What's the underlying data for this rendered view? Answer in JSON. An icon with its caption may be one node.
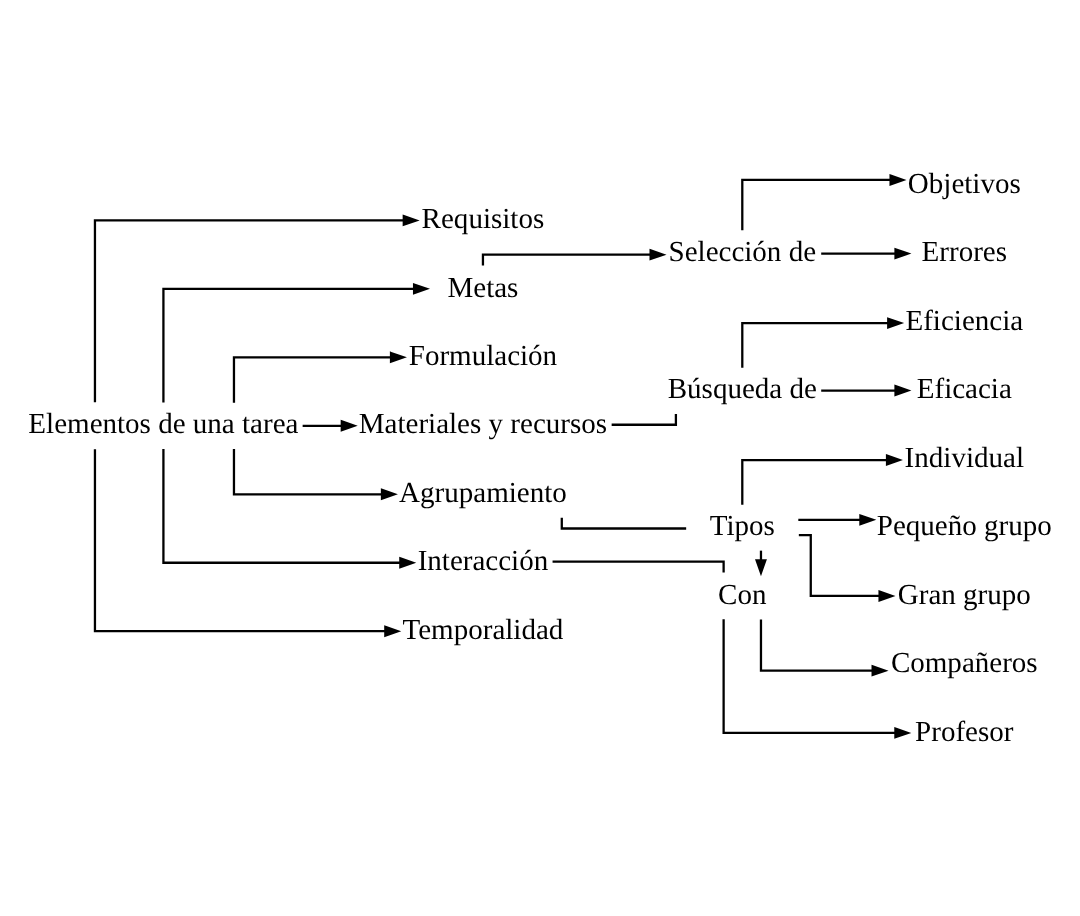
{
  "diagram": {
    "nodes": [
      {
        "text": [
          "Elementos de una tarea"
        ]
      },
      {
        "text": [
          "Requisitos"
        ]
      },
      {
        "text": [
          "Metas"
        ]
      },
      {
        "text": [
          "Selección de"
        ]
      },
      {
        "text": [
          "Objetivos"
        ]
      },
      {
        "text": [
          "Errores"
        ]
      },
      {
        "text": [
          "Formulación"
        ]
      },
      {
        "text": [
          "Materiales y recursos"
        ]
      },
      {
        "text": [
          "Búsqueda de"
        ]
      },
      {
        "text": [
          "Eficiencia"
        ]
      },
      {
        "text": [
          "Eficacia"
        ]
      },
      {
        "text": [
          "Agrupamiento"
        ]
      },
      {
        "text": [
          "Tipos"
        ]
      },
      {
        "text": [
          "Individual"
        ]
      },
      {
        "text": [
          "Pequeño grupo"
        ]
      },
      {
        "text": [
          "Gran grupo"
        ]
      },
      {
        "text": [
          "Interacción"
        ]
      },
      {
        "text": [
          "Con"
        ]
      },
      {
        "text": [
          "Compañeros"
        ]
      },
      {
        "text": [
          "Profesor"
        ]
      },
      {
        "text": [
          "Temporalidad"
        ]
      }
    ],
    "edges": [
      {
        "from": 0,
        "to": 1,
        "arrow": "to"
      },
      {
        "from": 0,
        "to": 2,
        "arrow": "to"
      },
      {
        "from": 2,
        "to": 3,
        "arrow": "to"
      },
      {
        "from": 3,
        "to": 4,
        "arrow": "to"
      },
      {
        "from": 3,
        "to": 5,
        "arrow": "to"
      },
      {
        "from": 0,
        "to": 6,
        "arrow": "to"
      },
      {
        "from": 0,
        "to": 7,
        "arrow": "to"
      },
      {
        "from": 7,
        "to": 8,
        "arrow": "none"
      },
      {
        "from": 8,
        "to": 9,
        "arrow": "to"
      },
      {
        "from": 8,
        "to": 10,
        "arrow": "to"
      },
      {
        "from": 0,
        "to": 11,
        "arrow": "to"
      },
      {
        "from": 11,
        "to": 12,
        "arrow": "none"
      },
      {
        "from": 12,
        "to": 13,
        "arrow": "to"
      },
      {
        "from": 12,
        "to": 14,
        "arrow": "to"
      },
      {
        "from": 12,
        "to": 15,
        "arrow": "to"
      },
      {
        "from": 12,
        "to": 17,
        "arrow": "to"
      },
      {
        "from": 0,
        "to": 16,
        "arrow": "to"
      },
      {
        "from": 16,
        "to": 17,
        "arrow": "none"
      },
      {
        "from": 17,
        "to": 18,
        "arrow": "to"
      },
      {
        "from": 17,
        "to": 19,
        "arrow": "to"
      },
      {
        "from": 0,
        "to": 20,
        "arrow": "to"
      }
    ]
  }
}
